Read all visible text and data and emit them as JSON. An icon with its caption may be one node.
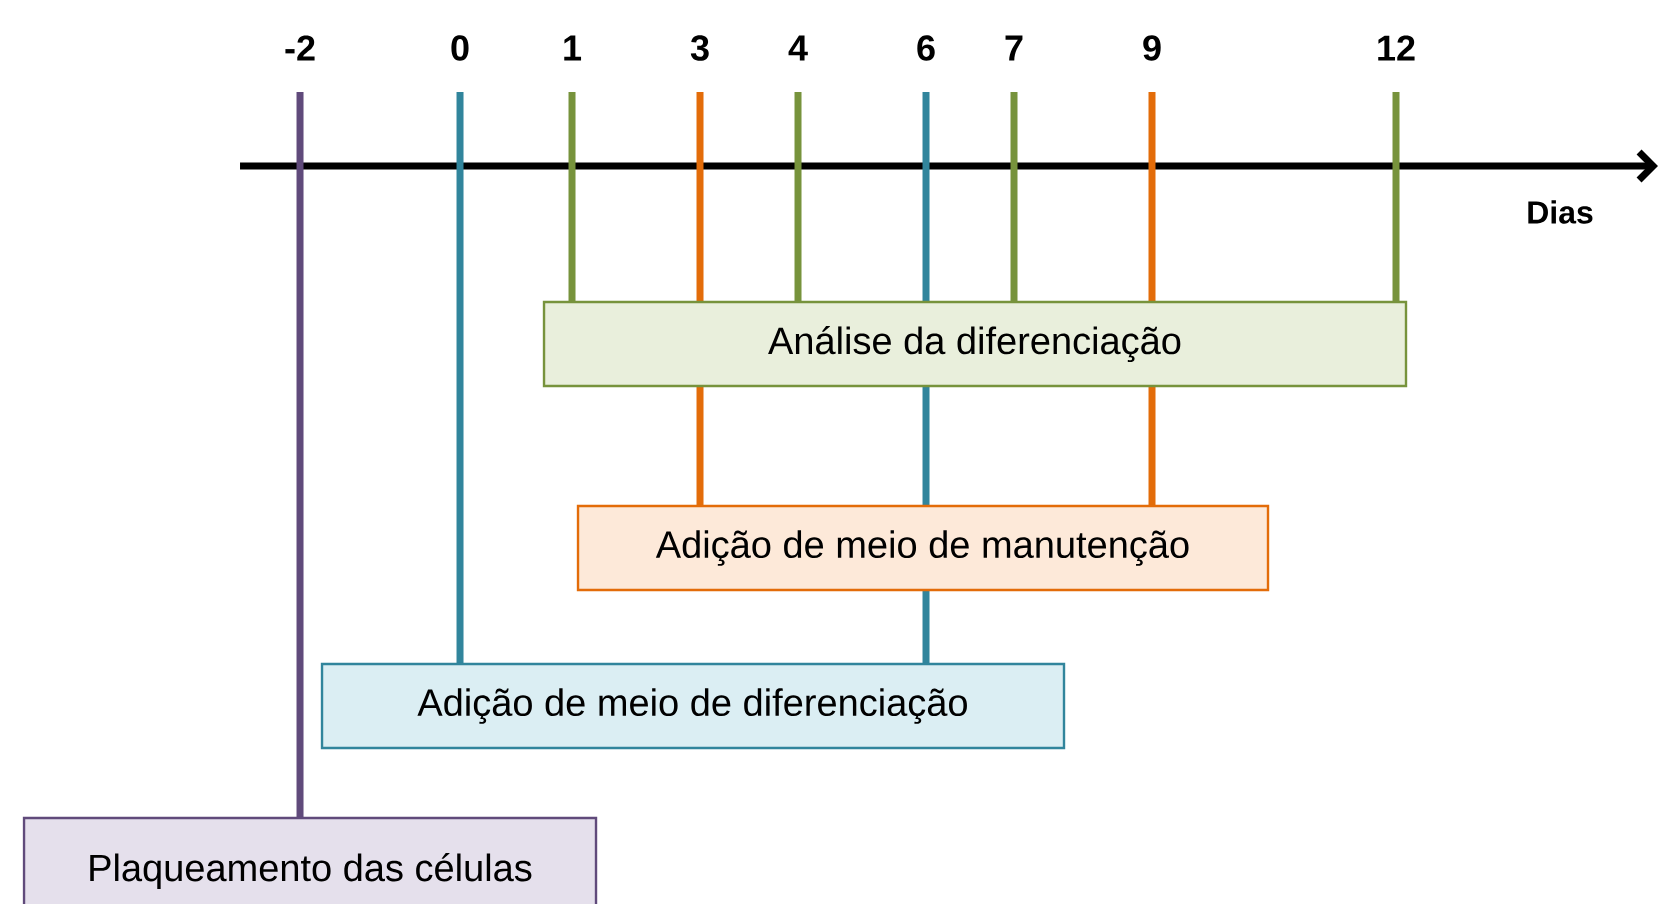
{
  "diagram": {
    "nodes": [
      {
        "text": [
          "-2"
        ]
      },
      {
        "text": [
          "0"
        ]
      },
      {
        "text": [
          "1"
        ]
      },
      {
        "text": [
          "3"
        ]
      },
      {
        "text": [
          "4"
        ]
      },
      {
        "text": [
          "6"
        ]
      },
      {
        "text": [
          "7"
        ]
      },
      {
        "text": [
          "9"
        ]
      },
      {
        "text": [
          "12"
        ]
      },
      {
        "text": [
          "Análise da diferenciação"
        ]
      },
      {
        "text": [
          "Adição de meio de manutenção"
        ]
      },
      {
        "text": [
          "Adição de meio de diferenciação"
        ]
      },
      {
        "text": [
          "Plaqueamento das células"
        ]
      }
    ],
    "edges": [
      {
        "from": 0,
        "to": 12,
        "arrow": "none",
        "color": "#604a7b"
      },
      {
        "from": 1,
        "to": 11,
        "arrow": "none",
        "color": "#31859c"
      },
      {
        "from": 2,
        "to": 9,
        "arrow": "none",
        "color": "#77933c"
      },
      {
        "from": 3,
        "to": 9,
        "arrow": "none",
        "color": "#e36c09"
      },
      {
        "from": 4,
        "to": 9,
        "arrow": "none",
        "color": "#77933c"
      },
      {
        "from": 5,
        "to": 9,
        "arrow": "none",
        "color": "#31859c"
      },
      {
        "from": 6,
        "to": 9,
        "arrow": "none",
        "color": "#77933c"
      },
      {
        "from": 7,
        "to": 9,
        "arrow": "none",
        "color": "#e36c09"
      },
      {
        "from": 8,
        "to": 9,
        "arrow": "none",
        "color": "#77933c"
      },
      {
        "from": 9,
        "to": 10,
        "arrow": "none",
        "color": "#e36c09"
      },
      {
        "from": 9,
        "to": 10,
        "arrow": "none",
        "color": "#31859c"
      },
      {
        "from": 9,
        "to": 10,
        "arrow": "none",
        "color": "#e36c09"
      },
      {
        "from": 10,
        "to": 11,
        "arrow": "none",
        "color": "#31859c"
      }
    ],
    "labels": [
      "Dias"
    ]
  }
}
